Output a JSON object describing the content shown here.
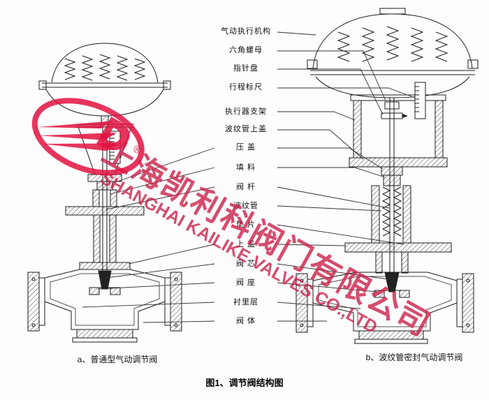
{
  "watermark": {
    "company_cn": "上海凯利科阀门有限公司",
    "company_en": "SHANGHAI KAILIKE VALVES CO.,LTD",
    "registered": "®",
    "color": "#cb2048"
  },
  "labels": [
    "气动执行机构",
    "六角螺母",
    "指针盘",
    "行程标尺",
    "执行器支架",
    "波纹管上盖",
    "压 盖",
    "填 料",
    "阀 杆",
    "波纹管",
    "垫 片",
    "上 盖",
    "阀 芯",
    "阀 座",
    "衬里层",
    "阀 体"
  ],
  "captions": {
    "valve_a": "a、普通型气动调节阀",
    "valve_b": "b、波纹管密封气动调节阀",
    "figure": "图1、调节阀结构图"
  }
}
